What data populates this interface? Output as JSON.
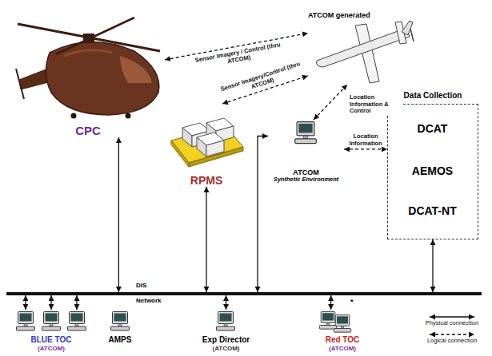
{
  "diagram": {
    "nodes": [
      {
        "text": [
          "ATCOM generated"
        ]
      },
      {
        "text": [
          "CPC"
        ]
      },
      {
        "text": [
          "Data Collection"
        ]
      },
      {
        "text": [
          "DCAT"
        ],
        "in": 2
      },
      {
        "text": [
          "AEMOS"
        ],
        "in": 2
      },
      {
        "text": [
          "DCAT-NT"
        ],
        "in": 2
      },
      {
        "text": [
          "RPMS"
        ]
      },
      {
        "text": [
          "ATCOM",
          "Synthetic Environment"
        ]
      },
      {
        "text": [
          "DIS",
          "Network"
        ]
      },
      {
        "text": [
          "BLUE TOC",
          "(ATCOM)"
        ]
      },
      {
        "text": [
          "AMPS"
        ]
      },
      {
        "text": [
          "Exp Director",
          "(ATCOM)"
        ]
      },
      {
        "text": [
          "Red TOC",
          "(ATCOM)"
        ]
      }
    ],
    "edges": [
      {
        "from": 1,
        "to": 0,
        "arrow": "both",
        "label": "Sensor Imagery / Control (thru ATCOM)"
      },
      {
        "from": 6,
        "to": 0,
        "arrow": "both",
        "label": "Sensor Imagery/Control (thru ATCOM)"
      },
      {
        "from": 7,
        "to": 0,
        "arrow": "both",
        "label": "Location Information & Control"
      },
      {
        "from": 7,
        "to": 2,
        "arrow": "both",
        "label": "Location Information"
      },
      {
        "from": 1,
        "to": 8,
        "arrow": "both"
      },
      {
        "from": 6,
        "to": 8,
        "arrow": "both"
      },
      {
        "from": 7,
        "to": 8,
        "arrow": "both"
      },
      {
        "from": 2,
        "to": 8,
        "arrow": "both"
      },
      {
        "from": 9,
        "to": 8,
        "arrow": "both"
      },
      {
        "from": 9,
        "to": 8,
        "arrow": "both"
      },
      {
        "from": 9,
        "to": 8,
        "arrow": "both"
      },
      {
        "from": 11,
        "to": 8,
        "arrow": "both"
      },
      {
        "from": 12,
        "to": 8,
        "arrow": "both"
      }
    ],
    "labels": [
      "*"
    ],
    "legend": [
      {
        "text": "Physical connection"
      },
      {
        "text": "Logical connection"
      }
    ]
  }
}
